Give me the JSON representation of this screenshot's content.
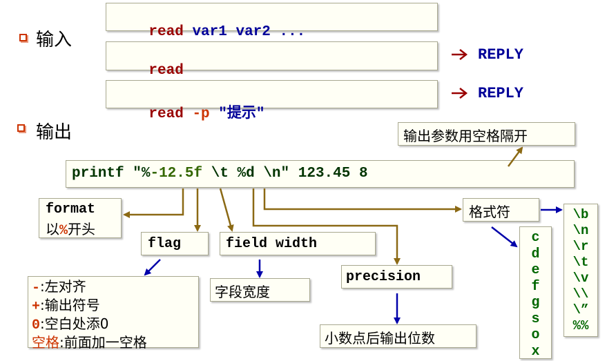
{
  "section_input": {
    "title": "输入",
    "lines": [
      {
        "read": "read",
        "args": "var1 var2 ..."
      },
      {
        "read": "read",
        "args": ""
      },
      {
        "read": "read",
        "opt": "-p",
        "prompt": "\"提示\""
      }
    ],
    "reply_label": "REPLY"
  },
  "section_output": {
    "title": "输出",
    "note_args": "输出参数用空格隔开",
    "printf": {
      "cmd": "printf",
      "q_open": "\"",
      "pct": "%",
      "flag": "-",
      "width": "12",
      "precision": ".5",
      "conv": "f",
      "rest": " \\t %d \\n\"",
      "args": " 123.45 8"
    },
    "format_box": {
      "line1": "format",
      "line2a": "以",
      "line2b": "%",
      "line2c": "开头"
    },
    "flag_label": "flag",
    "flag_desc": [
      {
        "k": "-",
        "v": ":左对齐"
      },
      {
        "k": "+",
        "v": ":输出符号"
      },
      {
        "k": "0",
        "v": ":空白处添0"
      },
      {
        "k": "空格",
        "v": ":前面加一空格"
      }
    ],
    "field_width_label": "field width",
    "field_width_desc": "字段宽度",
    "precision_label": "precision",
    "precision_desc": "小数点后输出位数",
    "format_spec_label": "格式符",
    "conversions": [
      "c",
      "d",
      "e",
      "f",
      "g",
      "s",
      "o",
      "x"
    ],
    "escapes": [
      "\\b",
      "\\n",
      "\\r",
      "\\t",
      "\\v",
      "\\\\",
      "\\”",
      "%%"
    ]
  },
  "colors": {
    "keyword": "#990000",
    "variable": "#000099",
    "option": "#cc3300",
    "code_green": "#003300",
    "arrow_brown": "#8b6914",
    "arrow_blue": "#0000aa",
    "list_green": "#006600"
  }
}
